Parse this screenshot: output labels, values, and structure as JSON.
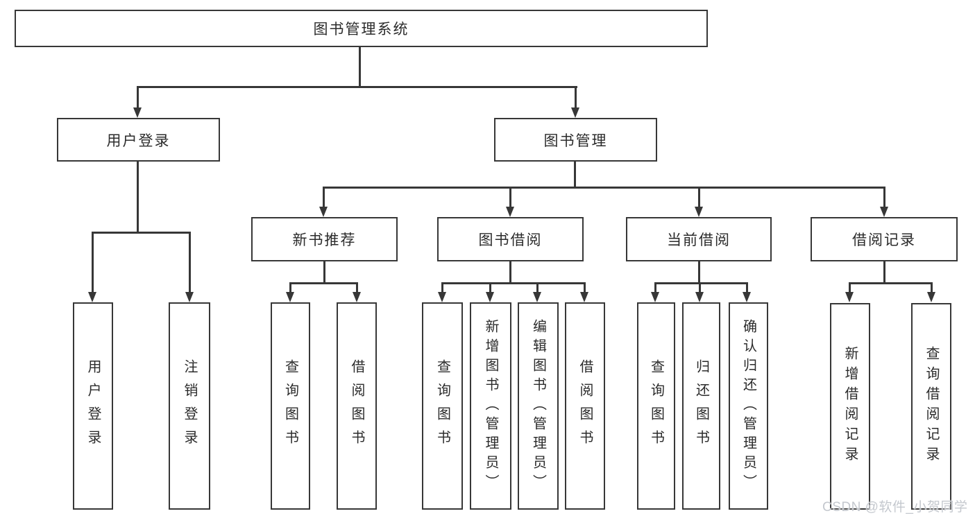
{
  "diagram": {
    "root": {
      "label": "图书管理系统"
    },
    "branches": {
      "user_login": {
        "label": "用户登录",
        "children": [
          "用户登录",
          "注销登录"
        ]
      },
      "book_management": {
        "label": "图书管理",
        "children": {
          "new_books": {
            "label": "新书推荐",
            "children": [
              "查询图书",
              "借阅图书"
            ]
          },
          "book_borrow": {
            "label": "图书借阅",
            "children": [
              "查询图书",
              "新增图书（管理员）",
              "编辑图书（管理员）",
              "借阅图书"
            ]
          },
          "current_borrow": {
            "label": "当前借阅",
            "children": [
              "查询图书",
              "归还图书",
              "确认归还（管理员）"
            ]
          },
          "borrow_records": {
            "label": "借阅记录",
            "children": [
              "新增借阅记录",
              "查询借阅记录"
            ]
          }
        }
      }
    }
  },
  "watermark": {
    "text": "CSDN @软件_小贺同学"
  },
  "colors": {
    "line": "#373737",
    "text": "#2b2b2b",
    "background": "#ffffff",
    "watermark": "#c4c8ce"
  }
}
